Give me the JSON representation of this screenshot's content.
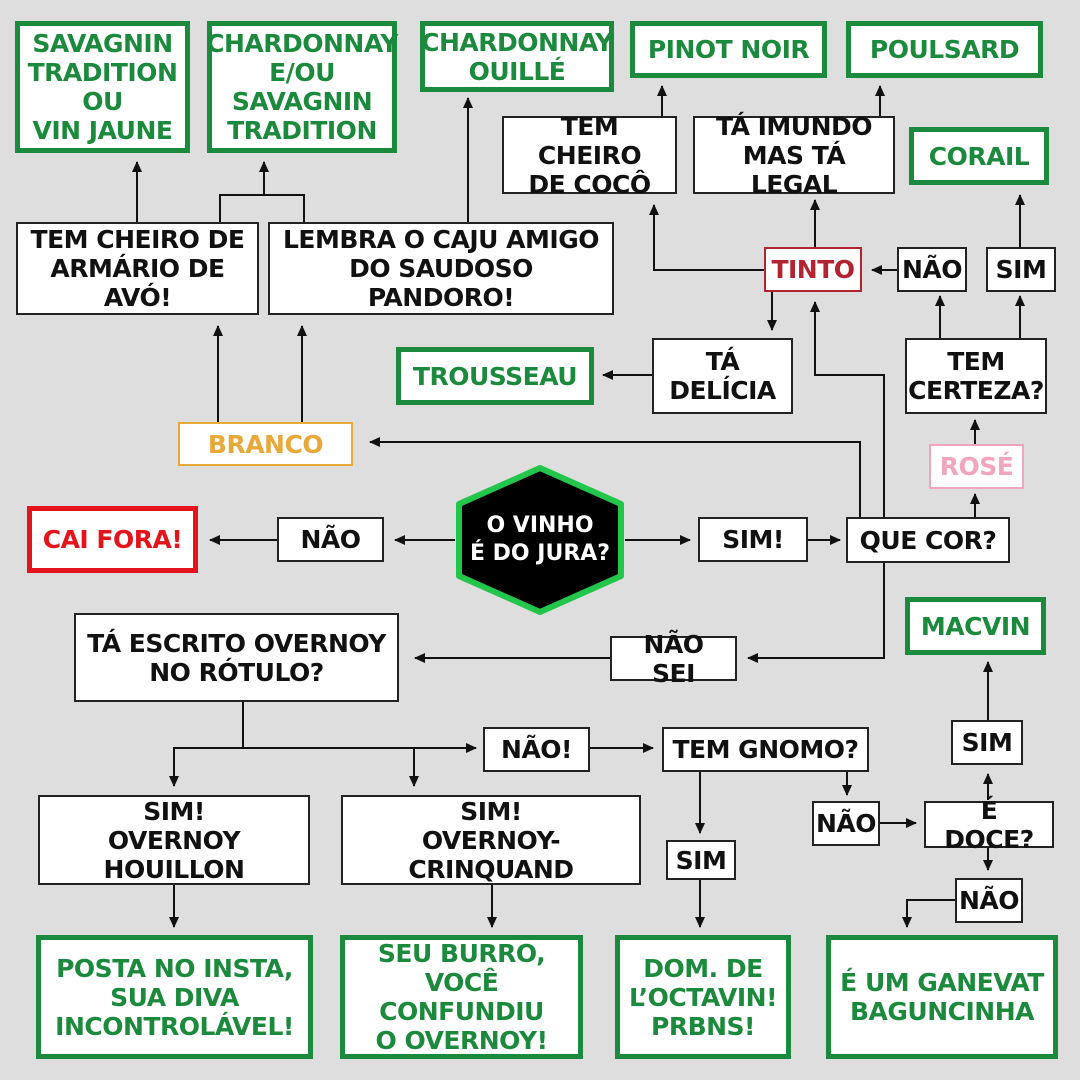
{
  "colors": {
    "background": "#dedede",
    "result_green": "#1c8a3c",
    "discard_red": "#e3141b",
    "tinto_red": "#b32430",
    "branco_orange": "#e8a83a",
    "rose_pink": "#f2a6bd",
    "start_fill": "#000000",
    "start_border": "#21c64a"
  },
  "start": {
    "label": "O VINHO\nÉ DO JURA?"
  },
  "decisions": {
    "nao_jura": "NÃO",
    "sim_jura": "SIM!",
    "que_cor": "QUE COR?",
    "branco": "BRANCO",
    "tinto": "TINTO",
    "rose": "ROSÉ",
    "nao_sei": "NÃO SEI",
    "tem_certeza": "TEM\nCERTEZA?",
    "certeza_nao": "NÃO",
    "certeza_sim": "SIM",
    "armario": "TEM CHEIRO DE\nARMÁRIO DE AVÓ!",
    "caju": "LEMBRA O CAJU AMIGO\nDO SAUDOSO PANDORO!",
    "coco": "TEM CHEIRO\nDE COCÔ",
    "imundo": "TÁ IMUNDO\nMAS TÁ LEGAL",
    "delicia": "TÁ\nDELÍCIA",
    "overnoy_q": "TÁ ESCRITO OVERNOY\nNO RÓTULO?",
    "overnoy_nao": "NÃO!",
    "houillon": "SIM!\nOVERNOY HOUILLON",
    "crinquand": "SIM!\nOVERNOY-CRINQUAND",
    "gnomo": "TEM GNOMO?",
    "gnomo_sim": "SIM",
    "gnomo_nao": "NÃO",
    "doce": "É DOCE?",
    "doce_sim": "SIM",
    "doce_nao": "NÃO"
  },
  "results": {
    "savagnin_tradition": "SAVAGNIN\nTRADITION\nOU\nVIN JAUNE",
    "chardonnay_savagnin": "CHARDONNAY\nE/OU\nSAVAGNIN\nTRADITION",
    "chardonnay_ouille": "CHARDONNAY\nOUILLÉ",
    "pinot_noir": "PINOT NOIR",
    "poulsard": "POULSARD",
    "corail": "CORAIL",
    "trousseau": "TROUSSEAU",
    "cai_fora": "CAI FORA!",
    "macvin": "MACVIN",
    "posta_insta": "POSTA NO INSTA,\nSUA DIVA\nINCONTROLÁVEL!",
    "seu_burro": "SEU BURRO,\nVOCÊ CONFUNDIU\nO OVERNOY!",
    "octavin": "DOM. DE\nL’OCTAVIN!\nPRBNS!",
    "ganevat": "É UM GANEVAT\nBAGUNCINHA"
  }
}
